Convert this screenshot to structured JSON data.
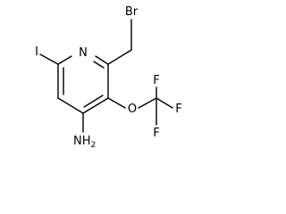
{
  "molecule": {
    "atoms": {
      "ring_n": "N",
      "bromine": "Br",
      "iodine": "I",
      "amine": "NH",
      "amine_sub": "2",
      "ether_o": "O",
      "fluorine_1": "F",
      "fluorine_2": "F",
      "fluorine_3": "F"
    }
  }
}
